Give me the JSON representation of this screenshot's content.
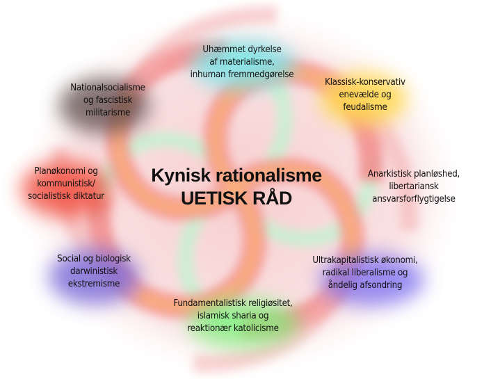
{
  "diagram": {
    "center": {
      "title": "Kynisk rationalisme",
      "subtitle": "UETISK RÅD"
    },
    "colors": {
      "background": "#ffffff",
      "swirl_arm_red": "#f28c8c",
      "swirl_arm_orange": "#fbb07a",
      "swirl_gap_green": "#c8f0d2",
      "swirl_gap_pink": "#f7d6d8"
    },
    "nodes": [
      {
        "id": "materialism",
        "color": "#7fe3e8",
        "lines": [
          "Uhæmmet dyrkelse",
          "af materialisme,",
          "inhuman fremmedgørelse"
        ]
      },
      {
        "id": "conservatism",
        "color": "#ffd84a",
        "lines": [
          "Klassisk-konservativ",
          "enevælde og",
          "feudalisme"
        ]
      },
      {
        "id": "anarchism",
        "color": "#ffffff",
        "lines": [
          "Anarkistisk planløshed,",
          "libertariansk",
          "ansvarsforflygtigelse"
        ]
      },
      {
        "id": "ultracapitalism",
        "color": "#7a6cf0",
        "lines": [
          "Ultrakapitalistisk økonomi,",
          "radikal liberalisme og",
          "åndelig afsondring"
        ]
      },
      {
        "id": "fundamentalism",
        "color": "#7ef07a",
        "lines": [
          "Fundamentalistisk religiøsitet,",
          "islamisk sharia og",
          "reaktionær katolicisme"
        ]
      },
      {
        "id": "darwinism",
        "color": "#7868d8",
        "lines": [
          "Social og biologisk",
          "darwinistisk",
          "ekstremisme"
        ]
      },
      {
        "id": "communism",
        "color": "#f04a3a",
        "lines": [
          "Planøkonomi og",
          "kommunistisk/",
          "socialistisk diktatur"
        ]
      },
      {
        "id": "nationalsocialism",
        "color": "#5a4848",
        "lines": [
          "Nationalsocialisme",
          "og fascistisk",
          "militarisme"
        ]
      }
    ]
  }
}
